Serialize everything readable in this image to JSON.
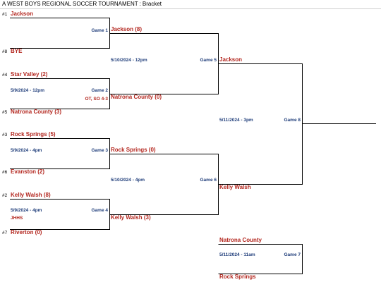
{
  "header": {
    "title": "A WEST BOYS REGIONAL SOCCER TOURNAMENT",
    "separator": ":",
    "view": "Bracket"
  },
  "round1": {
    "seeds": [
      "#1",
      "#8",
      "#4",
      "#5",
      "#3",
      "#6",
      "#2",
      "#7"
    ],
    "teams": [
      "Jackson",
      "BYE",
      "Star Valley (2)",
      "Natrona County (3)",
      "Rock Springs (5)",
      "Evanston (2)",
      "Kelly Walsh (8)",
      "Riverton (0)"
    ],
    "games": [
      {
        "label": "Game 1",
        "date": "",
        "note": ""
      },
      {
        "label": "Game 2",
        "date": "5/9/2024 - 12pm",
        "note": "OT, SO 4-3"
      },
      {
        "label": "Game 3",
        "date": "5/9/2024 - 4pm",
        "note": ""
      },
      {
        "label": "Game 4",
        "date": "5/9/2024 - 4pm",
        "note": "JHHS"
      }
    ]
  },
  "round2": {
    "teams": [
      "Jackson (8)",
      "Natrona County (0)",
      "Rock Springs (0)",
      "Kelly Walsh (3)"
    ],
    "games": [
      {
        "label": "Game 5",
        "date": "5/10/2024 - 12pm"
      },
      {
        "label": "Game 6",
        "date": "5/10/2024 - 4pm"
      }
    ]
  },
  "round3": {
    "teams": [
      "Jackson",
      "Kelly Walsh"
    ],
    "game": {
      "label": "Game 8",
      "date": "5/11/2024 - 3pm"
    }
  },
  "consolation": {
    "teams": [
      "Natrona County",
      "Rock Springs"
    ],
    "game": {
      "label": "Game 7",
      "date": "5/11/2024 - 11am"
    }
  },
  "colors": {
    "team": "#b3261e",
    "game": "#1f3d7a",
    "line": "#000000"
  }
}
